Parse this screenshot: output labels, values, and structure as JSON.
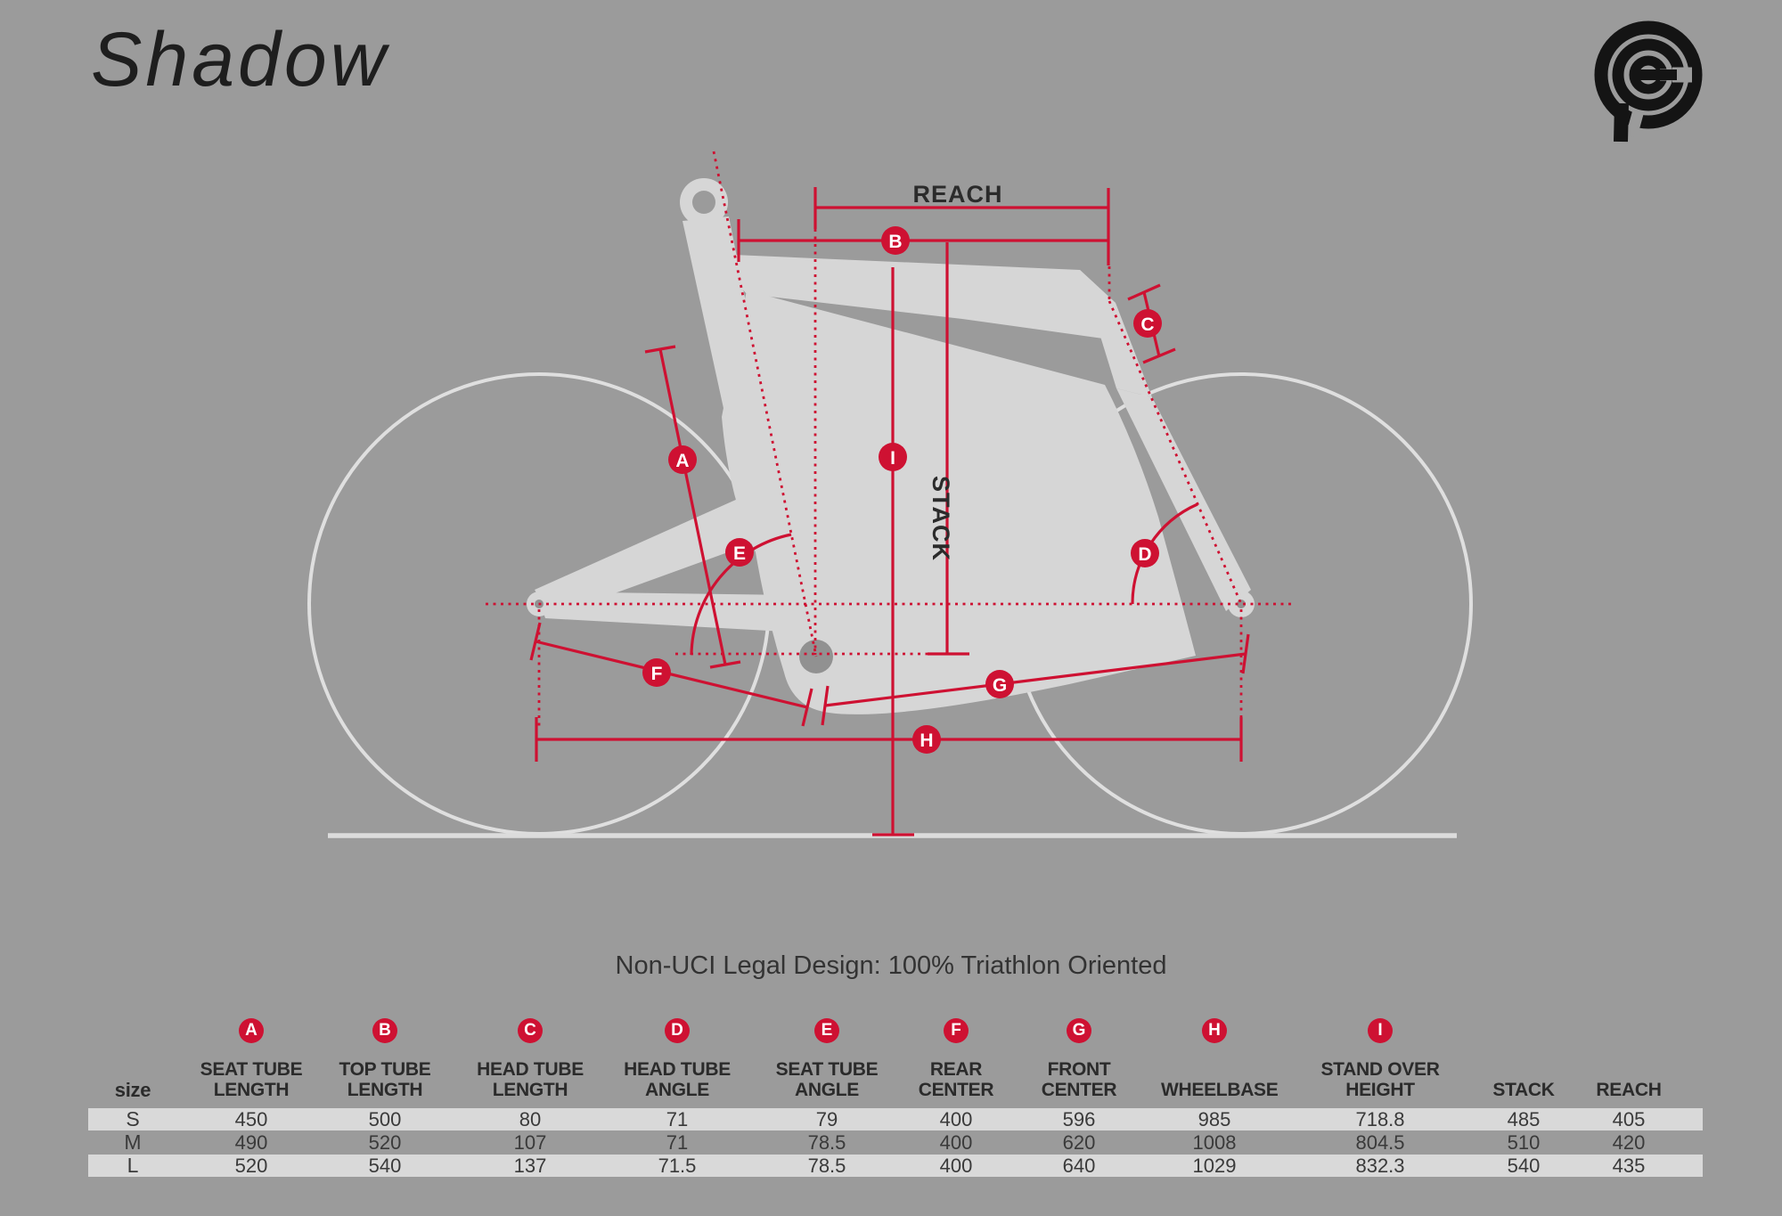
{
  "title": "Shadow",
  "caption": "Non-UCI Legal Design: 100% Triathlon Oriented",
  "colors": {
    "background": "#9b9b9b",
    "frame_silhouette": "#d6d6d6",
    "accent_red": "#ce1132",
    "row_stripe": "#d9d9d9",
    "ink": "#2b2b2b"
  },
  "diagram": {
    "reach_label": "REACH",
    "stack_label": "STACK",
    "badges": [
      "A",
      "B",
      "C",
      "D",
      "E",
      "F",
      "G",
      "H",
      "I"
    ]
  },
  "table": {
    "columns": [
      {
        "badge": "",
        "line1": "",
        "line2": "size"
      },
      {
        "badge": "A",
        "line1": "SEAT TUBE",
        "line2": "LENGTH"
      },
      {
        "badge": "B",
        "line1": "TOP TUBE",
        "line2": "LENGTH"
      },
      {
        "badge": "C",
        "line1": "HEAD TUBE",
        "line2": "LENGTH"
      },
      {
        "badge": "D",
        "line1": "HEAD TUBE",
        "line2": "ANGLE"
      },
      {
        "badge": "E",
        "line1": "SEAT TUBE",
        "line2": "ANGLE"
      },
      {
        "badge": "F",
        "line1": "REAR",
        "line2": "CENTER"
      },
      {
        "badge": "G",
        "line1": "FRONT",
        "line2": "CENTER"
      },
      {
        "badge": "H",
        "line1": "WHEELBASE",
        "line2": ""
      },
      {
        "badge": "I",
        "line1": "STAND OVER",
        "line2": "HEIGHT"
      },
      {
        "badge": "",
        "line1": "",
        "line2": "STACK"
      },
      {
        "badge": "",
        "line1": "",
        "line2": "REACH"
      }
    ],
    "rows": [
      {
        "size": "S",
        "values": [
          "450",
          "500",
          "80",
          "71",
          "79",
          "400",
          "596",
          "985",
          "718.8",
          "485",
          "405"
        ]
      },
      {
        "size": "M",
        "values": [
          "490",
          "520",
          "107",
          "71",
          "78.5",
          "400",
          "620",
          "1008",
          "804.5",
          "510",
          "420"
        ]
      },
      {
        "size": "L",
        "values": [
          "520",
          "540",
          "137",
          "71.5",
          "78.5",
          "400",
          "640",
          "1029",
          "832.3",
          "540",
          "435"
        ]
      }
    ]
  }
}
